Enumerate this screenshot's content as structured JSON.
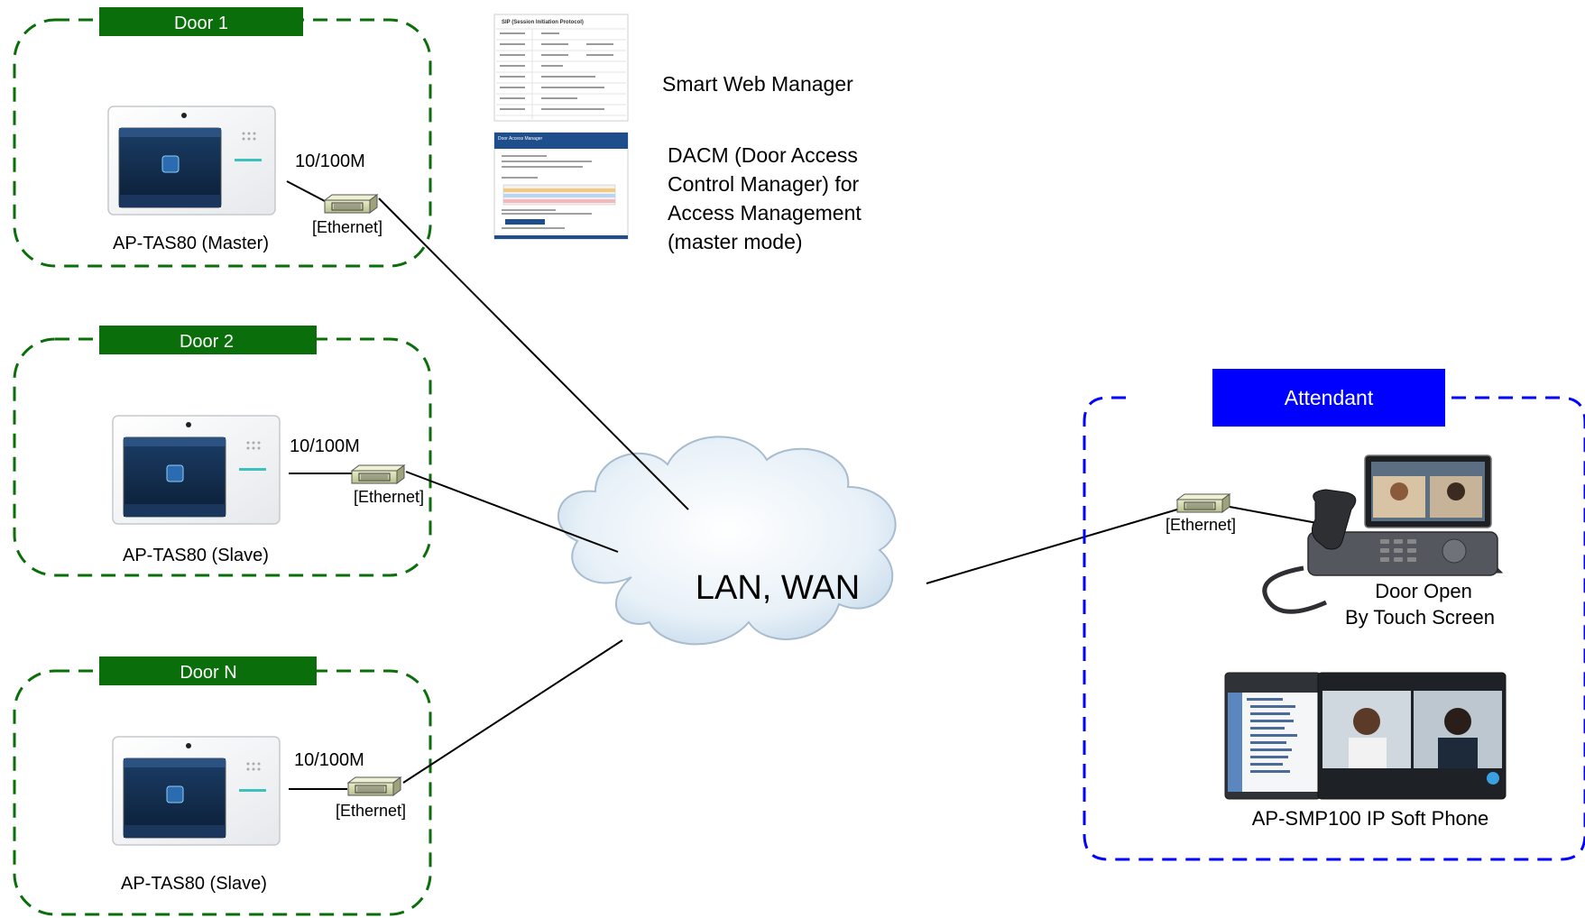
{
  "doors": [
    {
      "tag": "Door 1",
      "device": "AP-TAS80 (Master)",
      "speed": "10/100M",
      "port": "[Ethernet]"
    },
    {
      "tag": "Door 2",
      "device": "AP-TAS80 (Slave)",
      "speed": "10/100M",
      "port": "[Ethernet]"
    },
    {
      "tag": "Door N",
      "device": "AP-TAS80 (Slave)",
      "speed": "10/100M",
      "port": "[Ethernet]"
    }
  ],
  "network": {
    "label": "LAN, WAN"
  },
  "managers": {
    "smart_web": "Smart Web Manager",
    "sip_title": "SIP (Session Initiation Protocol)",
    "dacm_lines": [
      "DACM (Door Access",
      "Control Manager) for",
      "Access Management",
      "(master mode)"
    ],
    "dacm_title": "Door Access Manager"
  },
  "attendant": {
    "tag": "Attendant",
    "port": "[Ethernet]",
    "phone_lines": [
      "Door Open",
      "By Touch Screen"
    ],
    "softphone": "AP-SMP100 IP Soft Phone"
  },
  "colors": {
    "door_green": "#0a6e0a",
    "attendant_blue": "#0000ff",
    "line": "#000000"
  }
}
